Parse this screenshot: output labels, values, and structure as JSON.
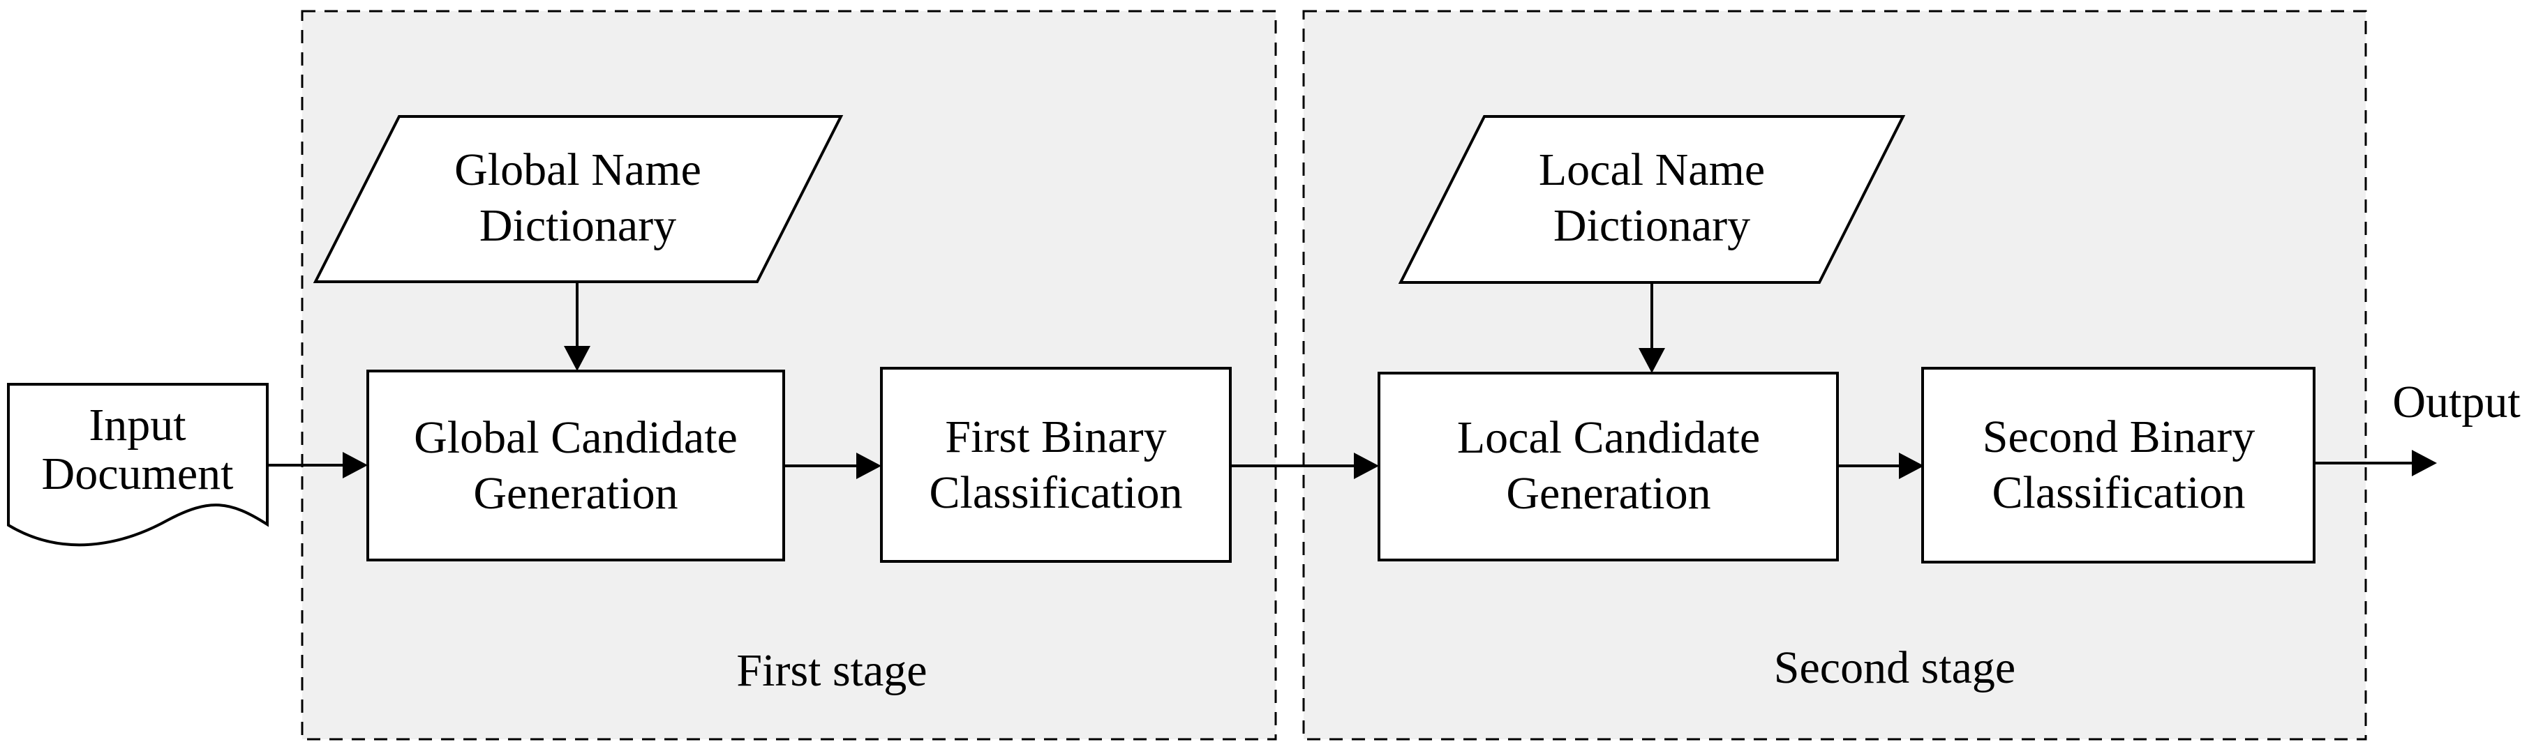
{
  "diagram": {
    "stage_first": {
      "label": "First stage"
    },
    "stage_second": {
      "label": "Second stage"
    },
    "nodes": {
      "input_document": {
        "shape": "document",
        "label": "Input\nDocument"
      },
      "global_name_dictionary": {
        "shape": "parallelogram",
        "label": "Global Name\nDictionary"
      },
      "global_candidate_generation": {
        "shape": "rectangle",
        "label": "Global Candidate\nGeneration"
      },
      "first_binary_classification": {
        "shape": "rectangle",
        "label": "First Binary\nClassification"
      },
      "local_name_dictionary": {
        "shape": "parallelogram",
        "label": "Local Name\nDictionary"
      },
      "local_candidate_generation": {
        "shape": "rectangle",
        "label": "Local Candidate\nGeneration"
      },
      "second_binary_classification": {
        "shape": "rectangle",
        "label": "Second Binary\nClassification"
      }
    },
    "output_label": "Output",
    "edges": [
      {
        "from": "input_document",
        "to": "global_candidate_generation"
      },
      {
        "from": "global_name_dictionary",
        "to": "global_candidate_generation"
      },
      {
        "from": "global_candidate_generation",
        "to": "first_binary_classification"
      },
      {
        "from": "first_binary_classification",
        "to": "local_candidate_generation"
      },
      {
        "from": "local_name_dictionary",
        "to": "local_candidate_generation"
      },
      {
        "from": "local_candidate_generation",
        "to": "second_binary_classification"
      },
      {
        "from": "second_binary_classification",
        "to": "output"
      }
    ],
    "colors": {
      "stage_fill": "#f0f0f0",
      "node_fill": "#ffffff",
      "stroke": "#000000"
    }
  }
}
